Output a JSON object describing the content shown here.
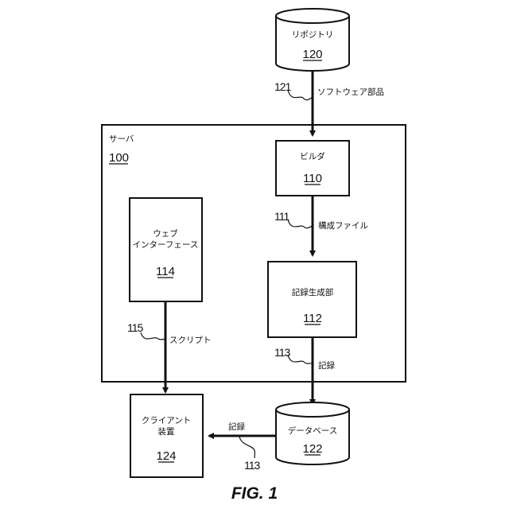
{
  "figure": {
    "caption": "FIG. 1",
    "server": {
      "label": "サーバ",
      "ref": "100"
    },
    "repository": {
      "label": "リポジトリ",
      "ref": "120"
    },
    "builder": {
      "label": "ビルダ",
      "ref": "110"
    },
    "record_generator": {
      "label": "記録生成部",
      "ref": "112"
    },
    "web_interface": {
      "label_line1": "ウェブ",
      "label_line2": "インターフェース",
      "ref": "114"
    },
    "database": {
      "label": "データベース",
      "ref": "122"
    },
    "client": {
      "label_line1": "クライアント",
      "label_line2": "装置",
      "ref": "124"
    },
    "arrows": [
      {
        "ref": "121",
        "label": "ソフトウェア部品",
        "from": "repository",
        "to": "builder"
      },
      {
        "ref": "111",
        "label": "構成ファイル",
        "from": "builder",
        "to": "record_generator"
      },
      {
        "ref": "113",
        "label": "記録",
        "from": "record_generator",
        "to": "database"
      },
      {
        "ref": "115",
        "label": "スクリプト",
        "from": "web_interface",
        "to": "client"
      },
      {
        "ref": "113",
        "label": "記録",
        "from": "database",
        "to": "client"
      }
    ]
  }
}
